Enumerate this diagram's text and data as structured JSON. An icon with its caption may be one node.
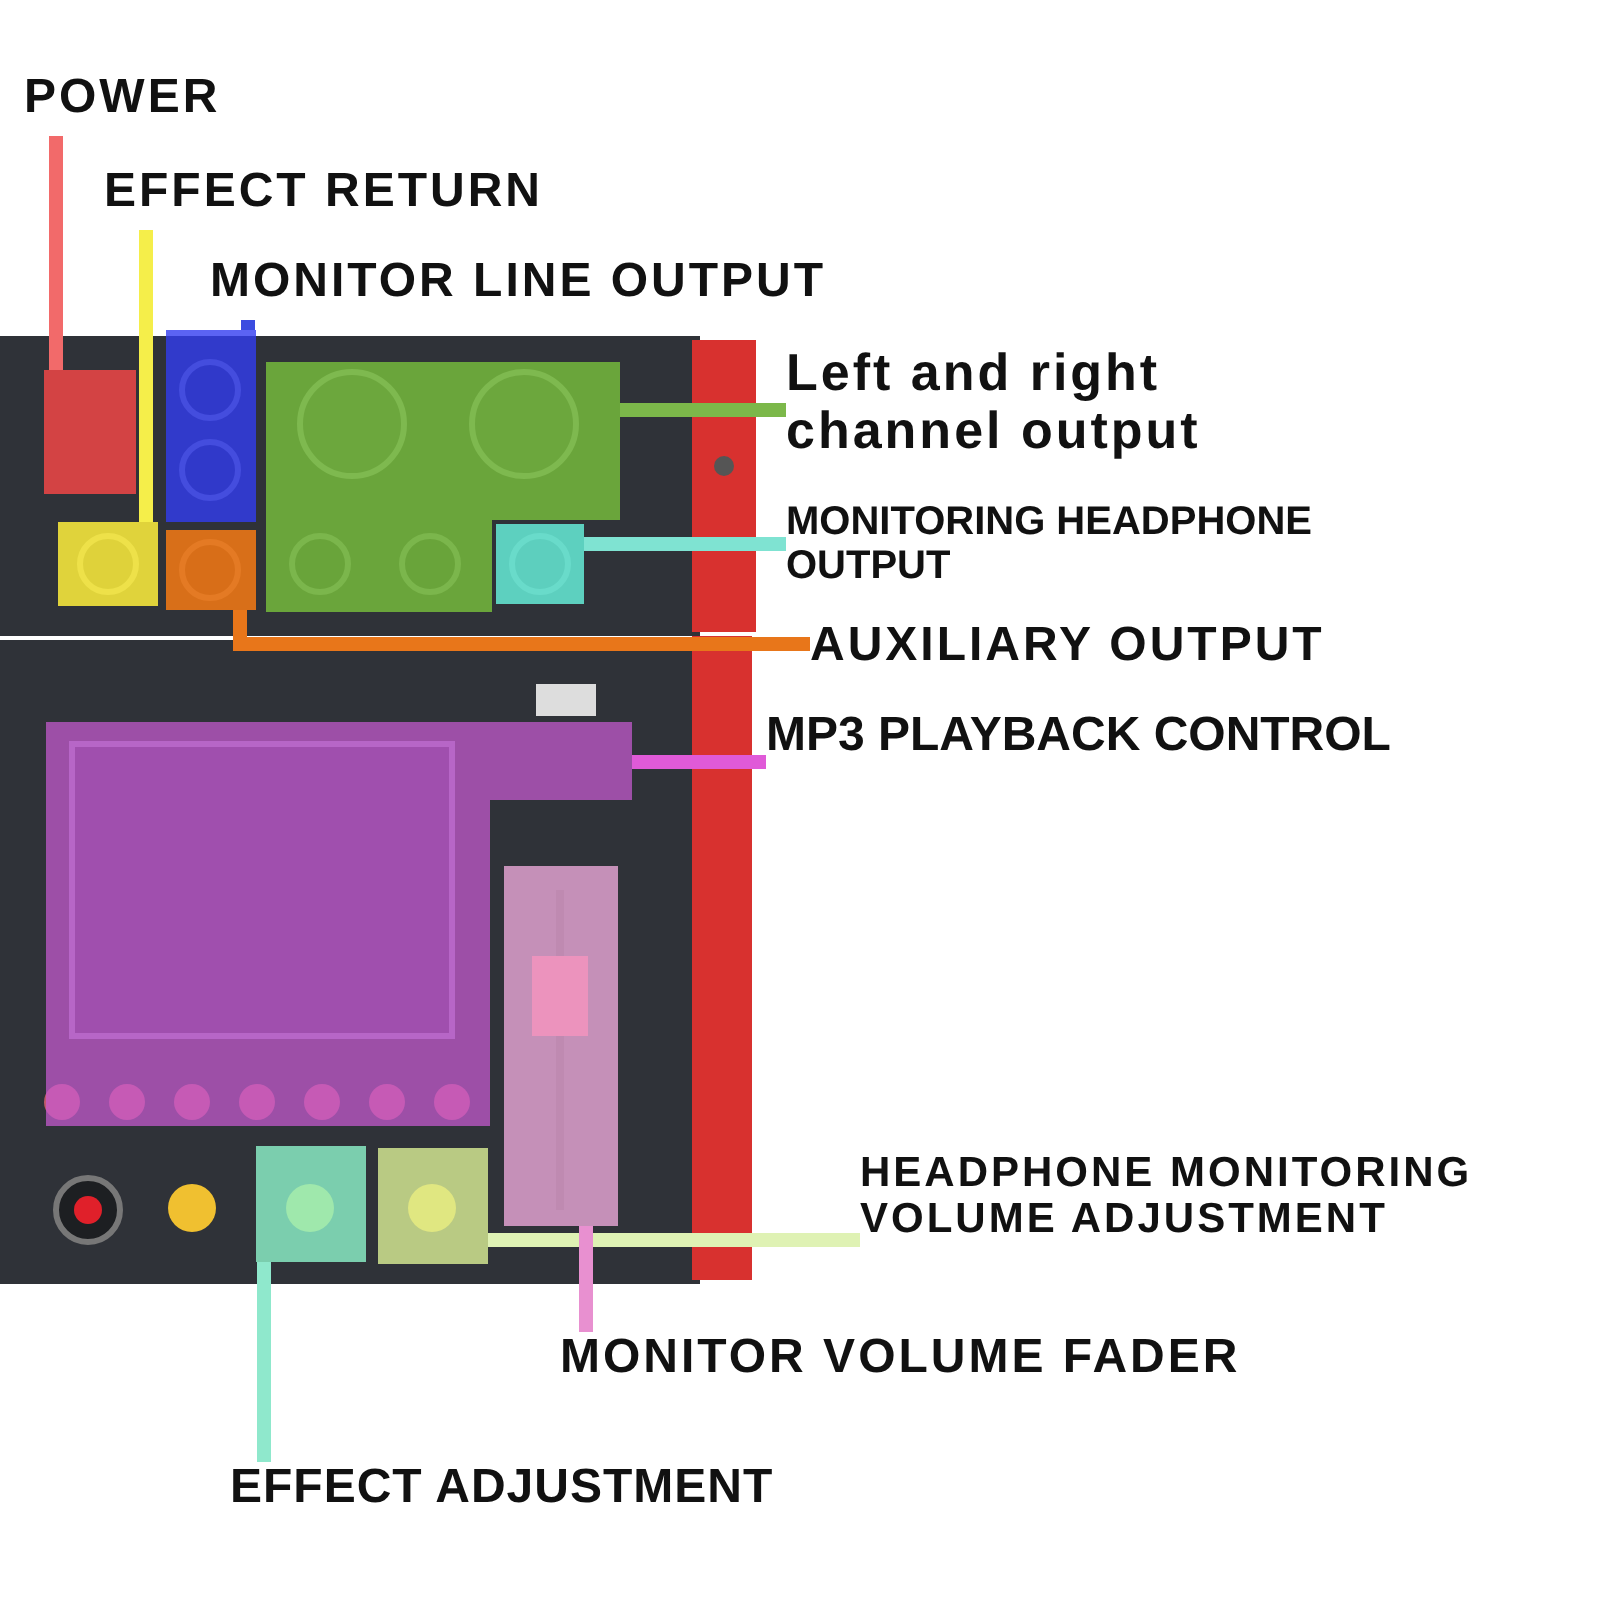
{
  "diagram": {
    "nodes": [
      {
        "text": [
          "POWER"
        ]
      },
      {
        "text": [
          "EFFECT RETURN"
        ]
      },
      {
        "text": [
          "MONITOR LINE OUTPUT"
        ]
      },
      {
        "text": [
          "Left and right channel output"
        ]
      },
      {
        "text": [
          "MONITORING HEADPHONE OUTPUT"
        ]
      },
      {
        "text": [
          "AUXILIARY OUTPUT"
        ]
      },
      {
        "text": [
          "MP3 PLAYBACK CONTROL"
        ]
      },
      {
        "text": [
          "HEADPHONE MONITORING VOLUME ADJUSTMENT"
        ]
      },
      {
        "text": [
          "MONITOR VOLUME FADER"
        ]
      },
      {
        "text": [
          "EFFECT ADJUSTMENT"
        ]
      },
      {
        "text": [],
        "shape": "box"
      },
      {
        "text": [],
        "shape": "box"
      },
      {
        "text": [],
        "shape": "box"
      },
      {
        "text": [],
        "shape": "box"
      },
      {
        "text": [],
        "shape": "box"
      },
      {
        "text": [],
        "shape": "box"
      },
      {
        "text": [],
        "shape": "box"
      },
      {
        "text": [],
        "shape": "box"
      },
      {
        "text": [],
        "shape": "box"
      },
      {
        "text": [],
        "shape": "box"
      }
    ],
    "edges": [
      {
        "from": 0,
        "to": 10,
        "arrow": "none",
        "color": "#f26a6a"
      },
      {
        "from": 1,
        "to": 11,
        "arrow": "none",
        "color": "#f5ee4a"
      },
      {
        "from": 2,
        "to": 12,
        "arrow": "none",
        "color": "#3b4ce0"
      },
      {
        "from": 3,
        "to": 14,
        "arrow": "none",
        "color": "#7cb84a"
      },
      {
        "from": 4,
        "to": 15,
        "arrow": "none",
        "color": "#7fe3d2"
      },
      {
        "from": 5,
        "to": 13,
        "arrow": "none",
        "color": "#e8761a"
      },
      {
        "from": 6,
        "to": 16,
        "arrow": "none",
        "color": "#e05ad8"
      },
      {
        "from": 7,
        "to": 19,
        "arrow": "none",
        "color": "#dff2b4"
      },
      {
        "from": 8,
        "to": 17,
        "arrow": "none",
        "color": "#e890d0"
      },
      {
        "from": 9,
        "to": 18,
        "arrow": "none",
        "color": "#8fe8cc"
      }
    ]
  }
}
